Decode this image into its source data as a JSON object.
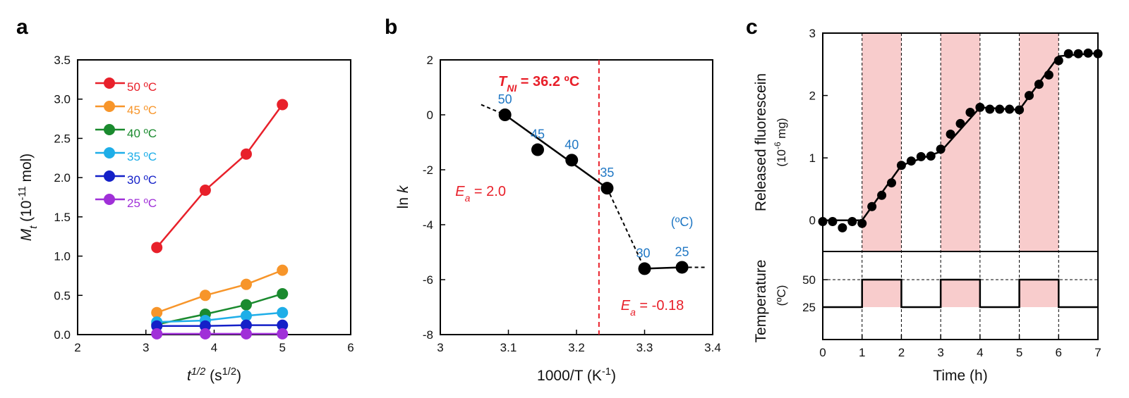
{
  "panel_labels": [
    "a",
    "b",
    "c"
  ],
  "colors": {
    "axis": "#000000",
    "fit_line": "#000000",
    "annotation_red": "#e8202a",
    "annotation_blue": "#1f77c4",
    "shade": "#f8cccc",
    "heat_on": "#f8cccc"
  },
  "chart_data": [
    {
      "type": "scatter",
      "panel": "a",
      "xlabel_main": "t",
      "xlabel_sup": "1/2",
      "xlabel_unit_pre": "(s",
      "xlabel_unit_sup": "1/2",
      "xlabel_unit_post": ")",
      "ylabel_main": "M",
      "ylabel_sub": "t",
      "ylabel_unit_pre": "(10",
      "ylabel_unit_sup": "-11",
      "ylabel_unit_post": " mol)",
      "xlim": [
        2,
        6
      ],
      "ylim": [
        0,
        3.5
      ],
      "xticks": [
        "2",
        "3",
        "4",
        "5",
        "6"
      ],
      "yticks": [
        "0.0",
        "0.5",
        "1.0",
        "1.5",
        "2.0",
        "2.5",
        "3.0",
        "3.5"
      ],
      "x": [
        3.16,
        3.87,
        4.47,
        5.0
      ],
      "legend_position": "top-left",
      "series": [
        {
          "name": "50 ºC",
          "color": "#e8202a",
          "y": [
            1.11,
            1.84,
            2.3,
            2.93
          ]
        },
        {
          "name": "45 ºC",
          "color": "#f7952a",
          "y": [
            0.28,
            0.5,
            0.64,
            0.82
          ]
        },
        {
          "name": "40 ºC",
          "color": "#1a8a2e",
          "y": [
            0.13,
            0.26,
            0.38,
            0.52
          ]
        },
        {
          "name": "35 ºC",
          "color": "#1eaee8",
          "y": [
            0.16,
            0.18,
            0.24,
            0.28
          ]
        },
        {
          "name": "30 ºC",
          "color": "#1420c8",
          "y": [
            0.11,
            0.11,
            0.12,
            0.12
          ]
        },
        {
          "name": "25 ºC",
          "color": "#a030d8",
          "y": [
            0.01,
            0.01,
            0.01,
            0.01
          ]
        }
      ]
    },
    {
      "type": "scatter",
      "panel": "b",
      "xlabel": "1000/T (K",
      "xlabel_sup": "-1",
      "xlabel_post": ")",
      "ylabel_pre": "ln ",
      "ylabel_it": "k",
      "xlim": [
        3.0,
        3.4
      ],
      "ylim": [
        -8,
        2
      ],
      "xticks": [
        "3",
        "3.1",
        "3.2",
        "3.3",
        "3.4"
      ],
      "yticks": [
        "-8",
        "-6",
        "-4",
        "-2",
        "0",
        "2"
      ],
      "x": [
        3.095,
        3.143,
        3.193,
        3.245,
        3.3,
        3.355
      ],
      "y": [
        0.0,
        -1.27,
        -1.65,
        -2.67,
        -5.6,
        -5.55
      ],
      "point_labels": [
        "50",
        "45",
        "40",
        "35",
        "30",
        "25"
      ],
      "unit_note": "(ºC)",
      "vline_x": 3.233,
      "tni_pre": "T",
      "tni_sub": "NI",
      "tni_post": " = 36.2 ºC",
      "ea1_pre": "E",
      "ea1_sub": "a",
      "ea1_post": " = 2.0",
      "ea2_pre": "E",
      "ea2_sub": "a",
      "ea2_post": " = -0.18"
    },
    {
      "type": "line",
      "panel": "c",
      "xlabel": "Time (h)",
      "ylabel_top": "Released fluorescein",
      "ylabel_top_unit_pre": "(10",
      "ylabel_top_unit_sup": "-6",
      "ylabel_top_unit_post": "  mg)",
      "ylabel_bottom": "Temperature",
      "ylabel_bottom_unit": "(ºC)",
      "xlim": [
        0,
        7
      ],
      "ylim_top": [
        -0.5,
        3
      ],
      "xticks": [
        "0",
        "1",
        "2",
        "3",
        "4",
        "5",
        "6",
        "7"
      ],
      "yticks_top": [
        "0",
        "1",
        "2",
        "3"
      ],
      "yticks_bottom": [
        "25",
        "50"
      ],
      "heating_intervals": [
        [
          1,
          2
        ],
        [
          3,
          4
        ],
        [
          5,
          6
        ]
      ],
      "x": [
        0,
        0.25,
        0.5,
        0.75,
        1.0,
        1.25,
        1.5,
        1.75,
        2.0,
        2.25,
        2.5,
        2.75,
        3.0,
        3.25,
        3.5,
        3.75,
        4.0,
        4.25,
        4.5,
        4.75,
        5.0,
        5.25,
        5.5,
        5.75,
        6.0,
        6.25,
        6.5,
        6.75,
        7.0
      ],
      "y": [
        -0.02,
        -0.02,
        -0.12,
        -0.02,
        -0.05,
        0.22,
        0.4,
        0.6,
        0.88,
        0.95,
        1.02,
        1.03,
        1.14,
        1.38,
        1.55,
        1.73,
        1.81,
        1.78,
        1.78,
        1.78,
        1.77,
        2.0,
        2.18,
        2.33,
        2.56,
        2.67,
        2.67,
        2.68,
        2.67
      ],
      "fit_x": [
        0,
        1,
        2,
        3,
        4,
        5,
        6,
        7
      ],
      "fit_y": [
        0,
        0,
        0.88,
        1.1,
        1.81,
        1.77,
        2.63,
        2.68
      ],
      "temperature": {
        "low": 25,
        "high": 50
      }
    }
  ]
}
